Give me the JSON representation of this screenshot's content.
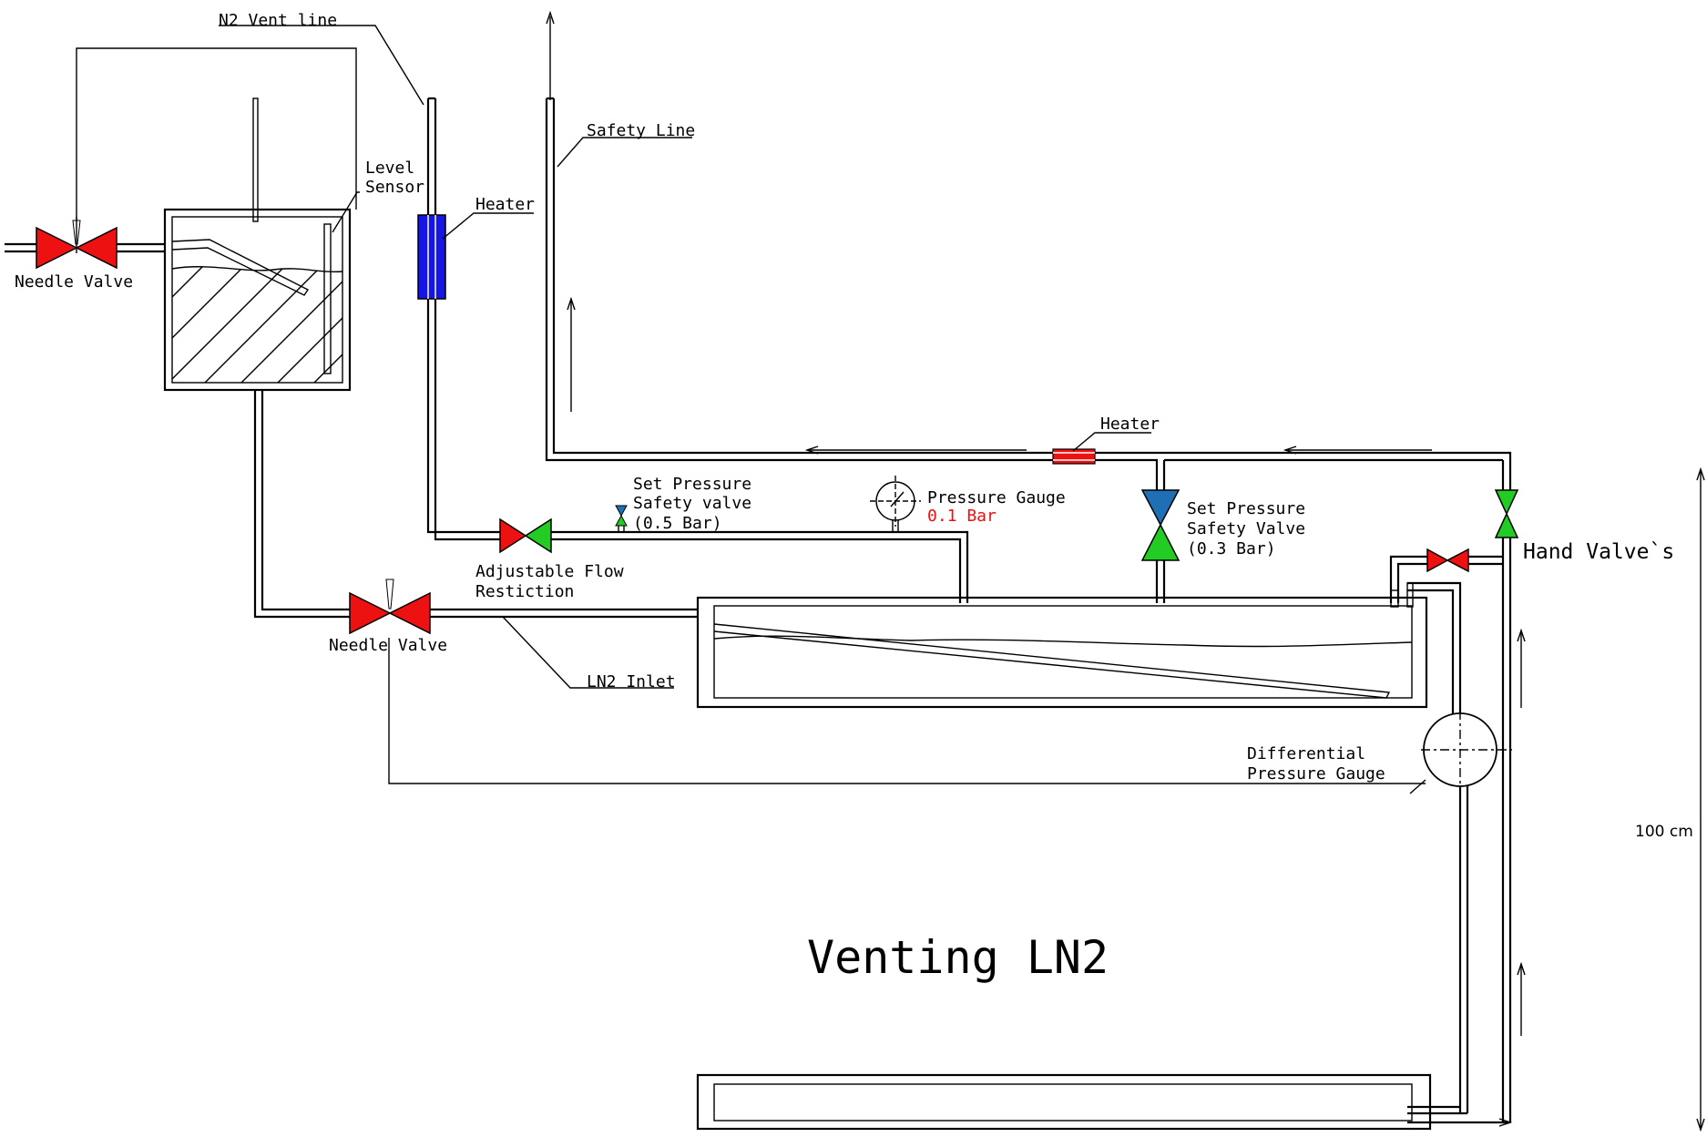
{
  "diagram": {
    "title": "Venting LN2",
    "labels": {
      "n2_vent_line": "N2 Vent line",
      "safety_line": "Safety Line",
      "level_sensor_1": "Level",
      "level_sensor_2": "Sensor",
      "heater_vent": "Heater",
      "heater_safety": "Heater",
      "needle_valve_top": "Needle Valve",
      "needle_valve_bottom": "Needle Valve",
      "set_pressure_05_1": "Set Pressure",
      "set_pressure_05_2": "Safety valve",
      "set_pressure_05_3": "(0.5 Bar)",
      "pressure_gauge": "Pressure Gauge",
      "pressure_gauge_value": "0.1 Bar",
      "set_pressure_03_1": "Set Pressure",
      "set_pressure_03_2": "Safety Valve",
      "set_pressure_03_3": "(0.3 Bar)",
      "adjustable_flow_1": "Adjustable Flow",
      "adjustable_flow_2": "Restiction",
      "ln2_inlet": "LN2 Inlet",
      "differential_gauge_1": "Differential",
      "differential_gauge_2": "Pressure Gauge",
      "hand_valves": "Hand Valve`s",
      "dimension": "100 cm"
    },
    "colors": {
      "needle_valve": "#ee1111",
      "flow_restriction_left": "#ee1111",
      "flow_restriction_right": "#22cc22",
      "heater_vent": "#1515e6",
      "heater_safety": "#ee1111",
      "safety_valve_03_top": "#1f6fb4",
      "safety_valve_03_bottom": "#22cc22",
      "safety_valve_05_top": "#1f6fb4",
      "safety_valve_05_bottom": "#22cc22",
      "hand_valve_green": "#22cc22",
      "hand_valve_red": "#ee1111",
      "gauge_value_text": "#ee1111"
    }
  }
}
